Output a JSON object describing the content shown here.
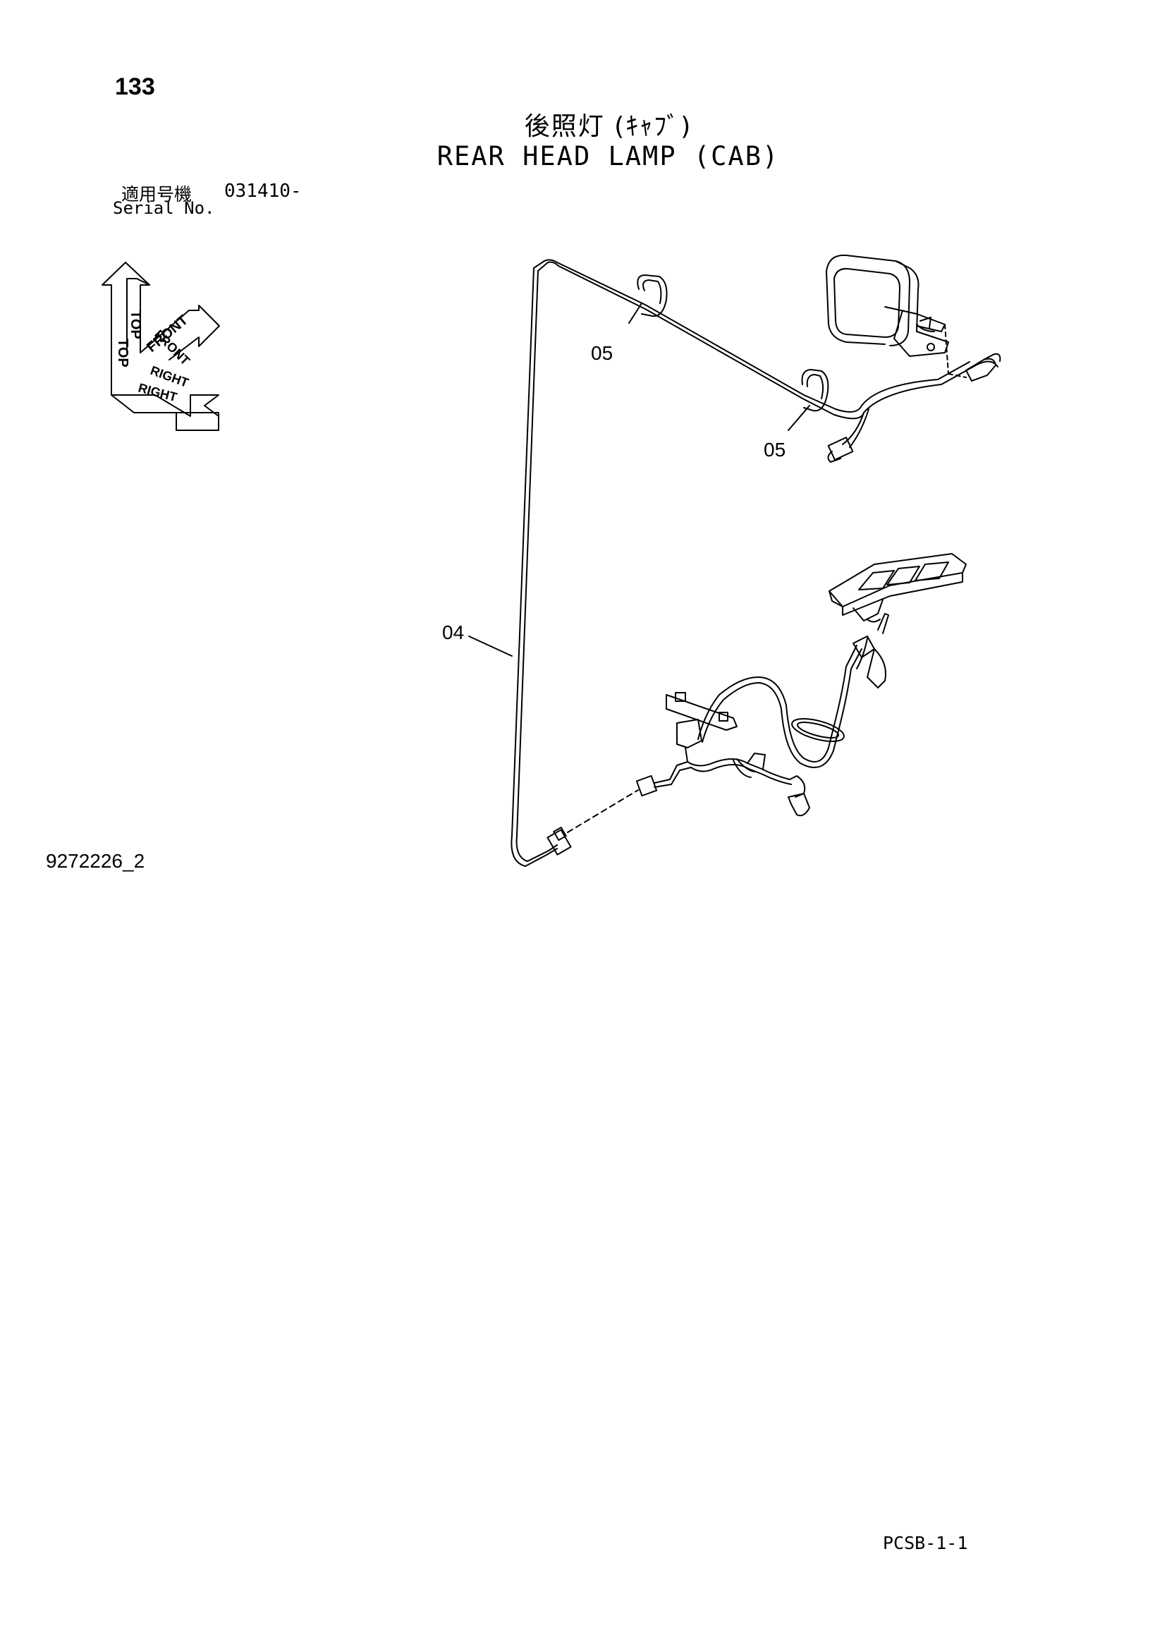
{
  "page": {
    "number": "133",
    "title_jp": "後照灯 (ｷｬﾌﾞ)",
    "title_en": "REAR HEAD LAMP (CAB)",
    "serial_label_jp": "適用号機",
    "serial_value": "031410-",
    "serial_label_en": "Serial No.",
    "drawing_number": "9272226_2",
    "page_code": "PCSB-1-1"
  },
  "orientation": {
    "top": "TOP",
    "front": "FRONT",
    "right": "RIGHT"
  },
  "callouts": [
    {
      "id": "callout-05-upper",
      "label": "05"
    },
    {
      "id": "callout-05-lower",
      "label": "05"
    },
    {
      "id": "callout-04",
      "label": "04"
    }
  ]
}
